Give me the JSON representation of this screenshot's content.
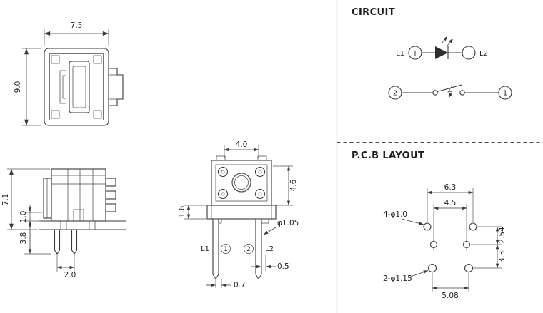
{
  "titles": {
    "circuit": "CIRCUIT",
    "pcb": "P.C.B LAYOUT"
  },
  "top_view": {
    "width": "7.5",
    "height": "9.0"
  },
  "side_view": {
    "total_height": "7.1",
    "standoff": "1.0",
    "pin_length": "3.8",
    "pin_pitch": "2.0"
  },
  "front_view": {
    "actuator_width": "4.0",
    "body_height": "4.6",
    "base_height": "1.6",
    "pin_diameter": "φ1.05",
    "pin_width": "0.5",
    "pin_offset": "0.7",
    "labels": {
      "l1": "L1",
      "pin1": "1",
      "pin2": "2",
      "l2": "L2"
    }
  },
  "circuit": {
    "led_left": "L1",
    "led_plus": "+",
    "led_minus": "−",
    "led_right": "L2",
    "sw_left": "2",
    "sw_right": "1"
  },
  "pcb": {
    "dim_top_span": "6.3",
    "dim_mid_span": "4.5",
    "dim_row_gap_top": "2.54",
    "dim_row_gap_bottom": "3.3",
    "dim_bottom_span": "5.08",
    "hole_note_small": "4-φ1.0",
    "hole_note_large": "2-φ1.15"
  }
}
